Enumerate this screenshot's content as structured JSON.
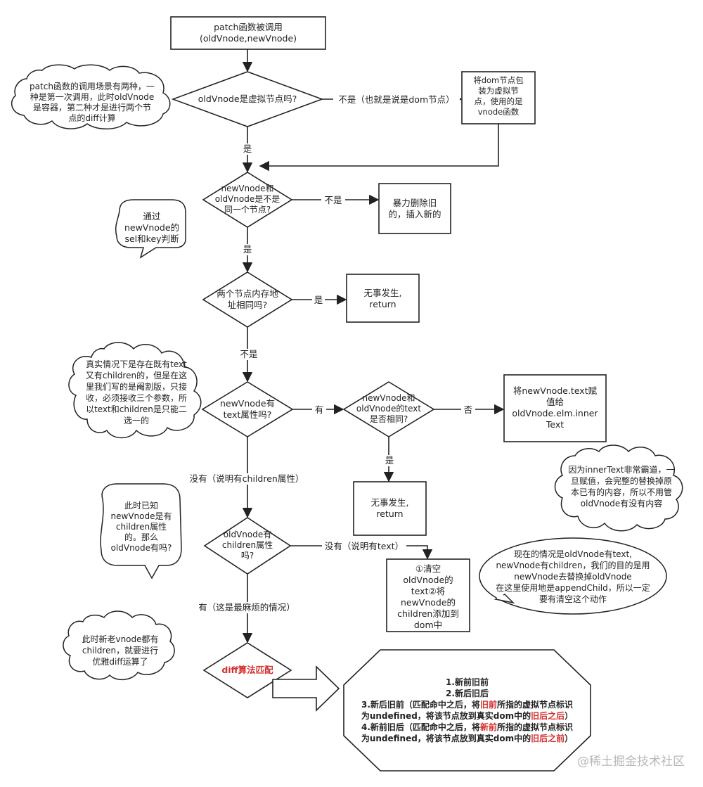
{
  "nodes": {
    "start": [
      "patch函数被调用",
      "(oldVnode,newVnode)"
    ],
    "d1": [
      "oldVnode是虚拟节点吗?"
    ],
    "wrap": [
      "将dom节点包",
      "装为虚拟节",
      "点，使用的是",
      "vnode函数"
    ],
    "d2": [
      "newVnode和",
      "oldVnode是不是",
      "同一个节点?"
    ],
    "replace": [
      "暴力删除旧",
      "的，插入新的"
    ],
    "d3": [
      "两个节点内存地",
      "址相同吗?"
    ],
    "noop1": [
      "无事发生,",
      "return"
    ],
    "d4": [
      "newVnode有",
      "text属性吗?"
    ],
    "d5": [
      "newVnode和",
      "oldVnode的text",
      "是否相同?"
    ],
    "assign": [
      "将newVnode.text赋",
      "值给",
      "oldVnode.elm.inner",
      "Text"
    ],
    "noop2": [
      "无事发生,",
      "return"
    ],
    "d6": [
      "oldVnode有",
      "children属性",
      "吗?"
    ],
    "clear": [
      "①清空",
      "oldVnode的",
      "text②将",
      "newVnode的",
      "children添加到",
      "dom中"
    ],
    "diff": [
      "diff算法匹配"
    ],
    "octagon": {
      "l1": "1.新前旧前",
      "l2": "2.新后旧后",
      "l3a": "3.新后旧前（匹配命中之后，将",
      "l3b": "旧前",
      "l3c": "所指的虚拟节点标识",
      "l3d": "为undefined，将该节点放到真实dom中的",
      "l3e": "旧后之后",
      "l3f": "）",
      "l4a": "4.新前旧后（匹配命中之后，将",
      "l4b": "新前",
      "l4c": "所指的虚拟节点标识",
      "l4d": "为undefined，将该节点放到真实dom中的",
      "l4e": "旧后之前",
      "l4f": "）"
    }
  },
  "edges": {
    "no_dom": "不是（也就是说是dom节点）",
    "yes1": "是",
    "no2": "不是",
    "yes2": "是",
    "yes3": "是",
    "no3": "不是",
    "has": "有",
    "no_text": "否",
    "yes4": "是",
    "none_children": "没有（说明有children属性）",
    "none_text": "没有（说明有text）",
    "has_worst": "有（这是最麻烦的情况）"
  },
  "notes": {
    "c1": [
      "patch函数的调用场景有两种，一",
      "种是第一次调用，此时oldVnode",
      "是容器，第二种才是进行两个节",
      "点的diff计算"
    ],
    "c2": [
      "通过",
      "newVnode的",
      "sel和key判断"
    ],
    "c3": [
      "真实情况下是存在既有text",
      "又有children的，但是在这",
      "里我们写的是阉割版，只接",
      "收，必须接收三个参数，所",
      "以text和children是只能二",
      "选一的"
    ],
    "c4": [
      "因为innerText非常霸道，一",
      "旦赋值，会完整的替换掉原",
      "本已有的内容，所以不用管",
      "oldVnode有没有内容"
    ],
    "c5": [
      "此时已知",
      "newVnode是有",
      "children属性",
      "的。那么",
      "oldVnode有吗?"
    ],
    "c6": [
      "现在的情况是oldVnode有text,",
      "newVnode有children，我们的目的是用",
      "newVnode去替换掉oldVnode",
      "在这里使用地是appendChild，所以一定",
      "要有清空这个动作"
    ],
    "c7": [
      "此时新老vnode都有",
      "children，就要进行",
      "优雅diff运算了"
    ]
  },
  "watermark": "@稀土掘金技术社区"
}
